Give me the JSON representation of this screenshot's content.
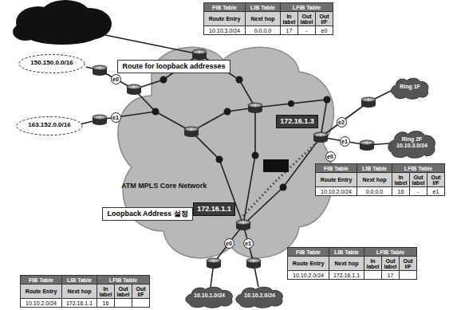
{
  "diagram": {
    "nodes": [
      {
        "text": [
          "ATM MPLS Core Network"
        ]
      },
      {
        "text": [
          "Route for loopback addresses"
        ]
      },
      {
        "text": [
          "172.16.1.3"
        ]
      },
      {
        "text": [
          "172.16.1.1"
        ]
      },
      {
        "text": [
          "Loopback Address 설정"
        ]
      },
      {
        "text": [
          "150.150.0.0/16"
        ]
      },
      {
        "text": [
          "163.152.0.0/16"
        ]
      },
      {
        "text": [
          "Ring 1F"
        ]
      },
      {
        "text": [
          "Ring 2F",
          "10.10.3.0/24"
        ]
      },
      {
        "text": [
          "10.10.1.0/24"
        ]
      },
      {
        "text": [
          "10.10.2.0/24"
        ]
      }
    ],
    "labels": [
      "FIB Table",
      "LIB Table",
      "LFIB Table",
      "Route Entry",
      "Next hop",
      "In label",
      "Out label",
      "Out I/F",
      "10.10.3.0/24",
      "0.0.0.0",
      "17",
      "-",
      "e0",
      "FIB Table",
      "LIB Table",
      "LFIB Table",
      "Route Entry",
      "Next hop",
      "In label",
      "Out label",
      "Out I/F",
      "10.10.2.0/24",
      "0.0.0.0",
      "16",
      "-",
      "e1",
      "FIB Table",
      "LIB Table",
      "LFIB Table",
      "Route Entry",
      "Next hop",
      "In label",
      "Out label",
      "Out I/F",
      "10.10.2.0/24",
      "172.16.1.1",
      "17",
      "FIB Table",
      "LIB Table",
      "LFIB Table",
      "Route Entry",
      "Next hop",
      "In label",
      "Out label",
      "Out I/F",
      "10.10.2.0/24",
      "172.16.1.1",
      "16",
      "e0",
      "e1",
      "e2",
      "e0",
      "e1",
      "e0",
      "e1"
    ]
  }
}
